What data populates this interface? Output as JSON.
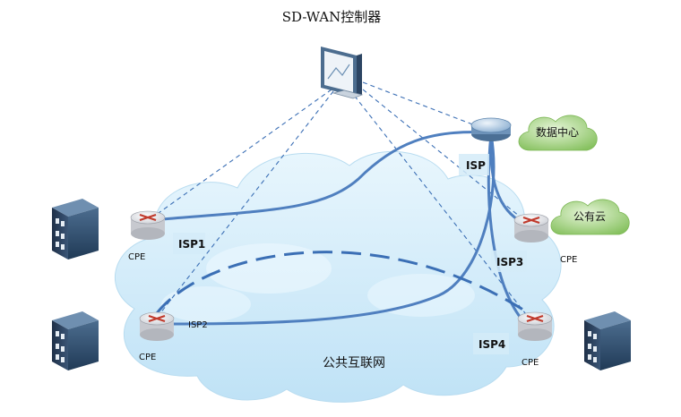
{
  "diagram": {
    "title": "SD-WAN控制器",
    "cloud_label": "公共互联网",
    "isp_labels": {
      "core": "ISP",
      "isp1": "ISP1",
      "isp2": "ISP2",
      "isp3": "ISP3",
      "isp4": "ISP4"
    },
    "cpe_labels": {
      "left_top": "CPE",
      "left_bottom": "CPE",
      "right_top": "CPE",
      "right_bottom": "CPE"
    },
    "cloud_tags": {
      "datacenter": "数据中心",
      "public_cloud": "公有云"
    },
    "colors": {
      "cloud": "#cfeaf8",
      "link": "#4f7fbf",
      "dash": "#3b6fb5",
      "tag_cloud": "#8cc36a"
    }
  }
}
